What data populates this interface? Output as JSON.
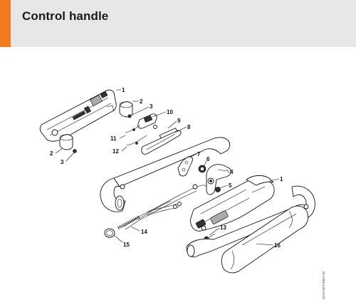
{
  "header": {
    "title": "Control handle"
  },
  "callouts": [
    {
      "num": "1"
    },
    {
      "num": "2"
    },
    {
      "num": "3"
    },
    {
      "num": "10"
    },
    {
      "num": "9"
    },
    {
      "num": "8"
    },
    {
      "num": "11"
    },
    {
      "num": "12"
    },
    {
      "num": "2"
    },
    {
      "num": "3"
    },
    {
      "num": "7"
    },
    {
      "num": "6"
    },
    {
      "num": "4"
    },
    {
      "num": "1"
    },
    {
      "num": "5"
    },
    {
      "num": "14"
    },
    {
      "num": "13"
    },
    {
      "num": "16"
    },
    {
      "num": "15"
    }
  ],
  "drawing_code": "4313-GET-0003-A0",
  "colors": {
    "accent": "#f37a1f",
    "header_bg": "#e6e6e6"
  }
}
